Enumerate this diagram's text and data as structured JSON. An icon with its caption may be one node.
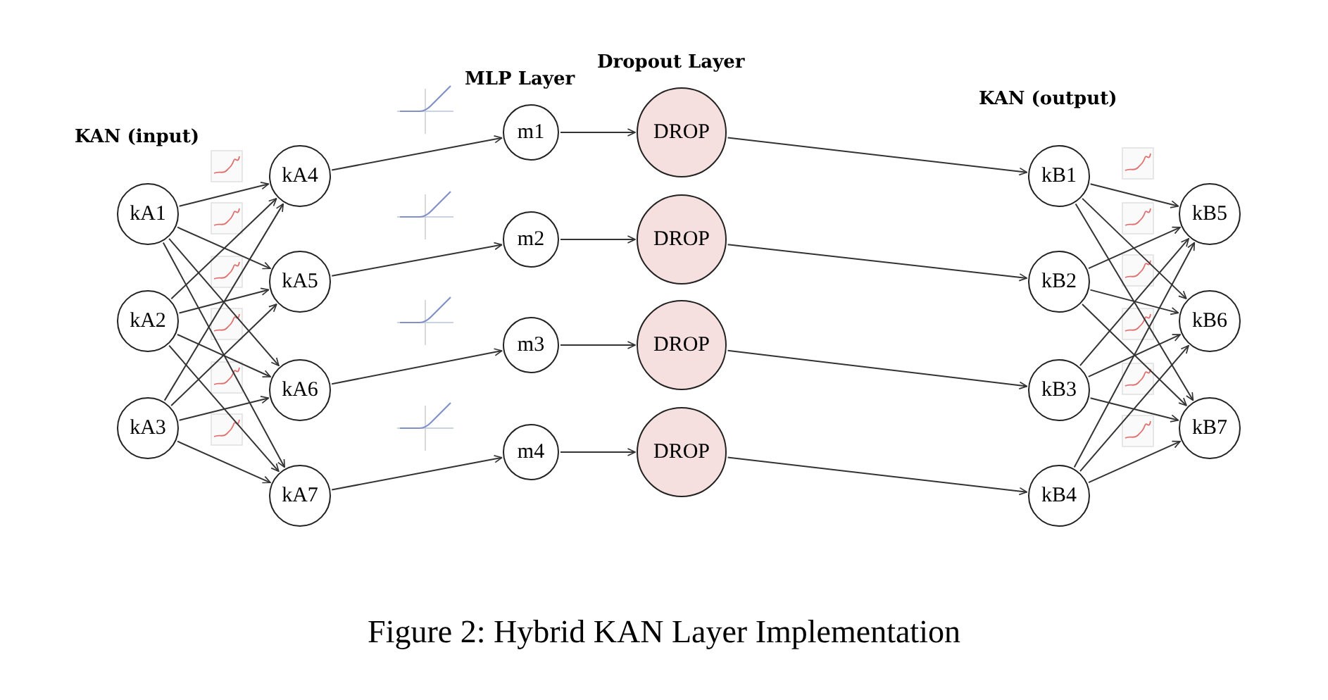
{
  "diagram": {
    "caption": "Figure 2: Hybrid KAN Layer Implementation",
    "nodes": [
      {
        "text": [
          "kA1"
        ]
      },
      {
        "text": [
          "kA2"
        ]
      },
      {
        "text": [
          "kA3"
        ]
      },
      {
        "text": [
          "kA4"
        ]
      },
      {
        "text": [
          "kA5"
        ]
      },
      {
        "text": [
          "kA6"
        ]
      },
      {
        "text": [
          "kA7"
        ]
      },
      {
        "text": [
          "m1"
        ]
      },
      {
        "text": [
          "m2"
        ]
      },
      {
        "text": [
          "m3"
        ]
      },
      {
        "text": [
          "m4"
        ]
      },
      {
        "text": [
          "DROP"
        ]
      },
      {
        "text": [
          "DROP"
        ]
      },
      {
        "text": [
          "DROP"
        ]
      },
      {
        "text": [
          "DROP"
        ]
      },
      {
        "text": [
          "kB1"
        ]
      },
      {
        "text": [
          "kB2"
        ]
      },
      {
        "text": [
          "kB3"
        ]
      },
      {
        "text": [
          "kB4"
        ]
      },
      {
        "text": [
          "kB5"
        ]
      },
      {
        "text": [
          "kB6"
        ]
      },
      {
        "text": [
          "kB7"
        ]
      }
    ],
    "edges": [
      {
        "from": 0,
        "to": 3,
        "arrow": "to"
      },
      {
        "from": 0,
        "to": 4,
        "arrow": "to"
      },
      {
        "from": 0,
        "to": 5,
        "arrow": "to"
      },
      {
        "from": 0,
        "to": 6,
        "arrow": "to"
      },
      {
        "from": 1,
        "to": 3,
        "arrow": "to"
      },
      {
        "from": 1,
        "to": 4,
        "arrow": "to"
      },
      {
        "from": 1,
        "to": 5,
        "arrow": "to"
      },
      {
        "from": 1,
        "to": 6,
        "arrow": "to"
      },
      {
        "from": 2,
        "to": 3,
        "arrow": "to"
      },
      {
        "from": 2,
        "to": 4,
        "arrow": "to"
      },
      {
        "from": 2,
        "to": 5,
        "arrow": "to"
      },
      {
        "from": 2,
        "to": 6,
        "arrow": "to"
      },
      {
        "from": 3,
        "to": 7,
        "arrow": "to"
      },
      {
        "from": 4,
        "to": 8,
        "arrow": "to"
      },
      {
        "from": 5,
        "to": 9,
        "arrow": "to"
      },
      {
        "from": 6,
        "to": 10,
        "arrow": "to"
      },
      {
        "from": 7,
        "to": 11,
        "arrow": "to"
      },
      {
        "from": 8,
        "to": 12,
        "arrow": "to"
      },
      {
        "from": 9,
        "to": 13,
        "arrow": "to"
      },
      {
        "from": 10,
        "to": 14,
        "arrow": "to"
      },
      {
        "from": 11,
        "to": 15,
        "arrow": "to"
      },
      {
        "from": 12,
        "to": 16,
        "arrow": "to"
      },
      {
        "from": 13,
        "to": 17,
        "arrow": "to"
      },
      {
        "from": 14,
        "to": 18,
        "arrow": "to"
      },
      {
        "from": 15,
        "to": 19,
        "arrow": "to"
      },
      {
        "from": 15,
        "to": 20,
        "arrow": "to"
      },
      {
        "from": 15,
        "to": 21,
        "arrow": "to"
      },
      {
        "from": 16,
        "to": 19,
        "arrow": "to"
      },
      {
        "from": 16,
        "to": 20,
        "arrow": "to"
      },
      {
        "from": 16,
        "to": 21,
        "arrow": "to"
      },
      {
        "from": 17,
        "to": 19,
        "arrow": "to"
      },
      {
        "from": 17,
        "to": 20,
        "arrow": "to"
      },
      {
        "from": 17,
        "to": 21,
        "arrow": "to"
      },
      {
        "from": 18,
        "to": 19,
        "arrow": "to"
      },
      {
        "from": 18,
        "to": 20,
        "arrow": "to"
      },
      {
        "from": 18,
        "to": 21,
        "arrow": "to"
      }
    ],
    "labels": [
      "KAN (input)",
      "MLP Layer",
      "Dropout Layer",
      "KAN (output)"
    ]
  }
}
